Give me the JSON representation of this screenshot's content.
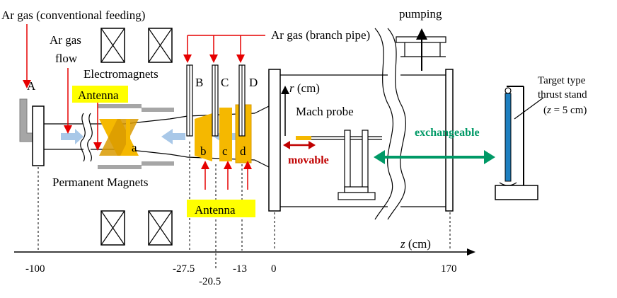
{
  "labels": {
    "ar_conventional": "Ar gas (conventional feeding)",
    "ar_flow_1": "Ar  gas",
    "ar_flow_2": "flow",
    "ar_branch": "Ar gas (branch pipe)",
    "electromagnets": "Electromagnets",
    "antenna_top": "Antenna",
    "antenna_bottom": "Antenna",
    "permanent_magnets": "Permanent Magnets",
    "mach_probe": "Mach probe",
    "movable": "movable",
    "exchangeable": "exchangeable",
    "pumping": "pumping",
    "r_axis_var": "r",
    "r_axis_unit": " (cm)",
    "z_axis_var": "z",
    "z_axis_unit": " (cm)",
    "thrust_1": "Target type",
    "thrust_2": "thrust stand",
    "thrust_3_open": "(",
    "thrust_3_var": "z",
    "thrust_3_rest": " = 5 cm)"
  },
  "ports": {
    "A": "A",
    "B": "B",
    "C": "C",
    "D": "D"
  },
  "antenna_segments": {
    "a": "a",
    "b": "b",
    "c": "c",
    "d": "d"
  },
  "axis_ticks": [
    "-100",
    "-27.5",
    "-20.5",
    "-13",
    "0",
    "170"
  ],
  "colors": {
    "antenna": "#f5b800",
    "antenna_dark": "#d99a00",
    "highlight": "#ffff00",
    "arrow_red": "#e60000",
    "arrow_green": "#009966",
    "flow_blue": "#a9c8e8",
    "magnet_gray": "#a6a6a6",
    "thrust_blue": "#1e7fc0"
  }
}
